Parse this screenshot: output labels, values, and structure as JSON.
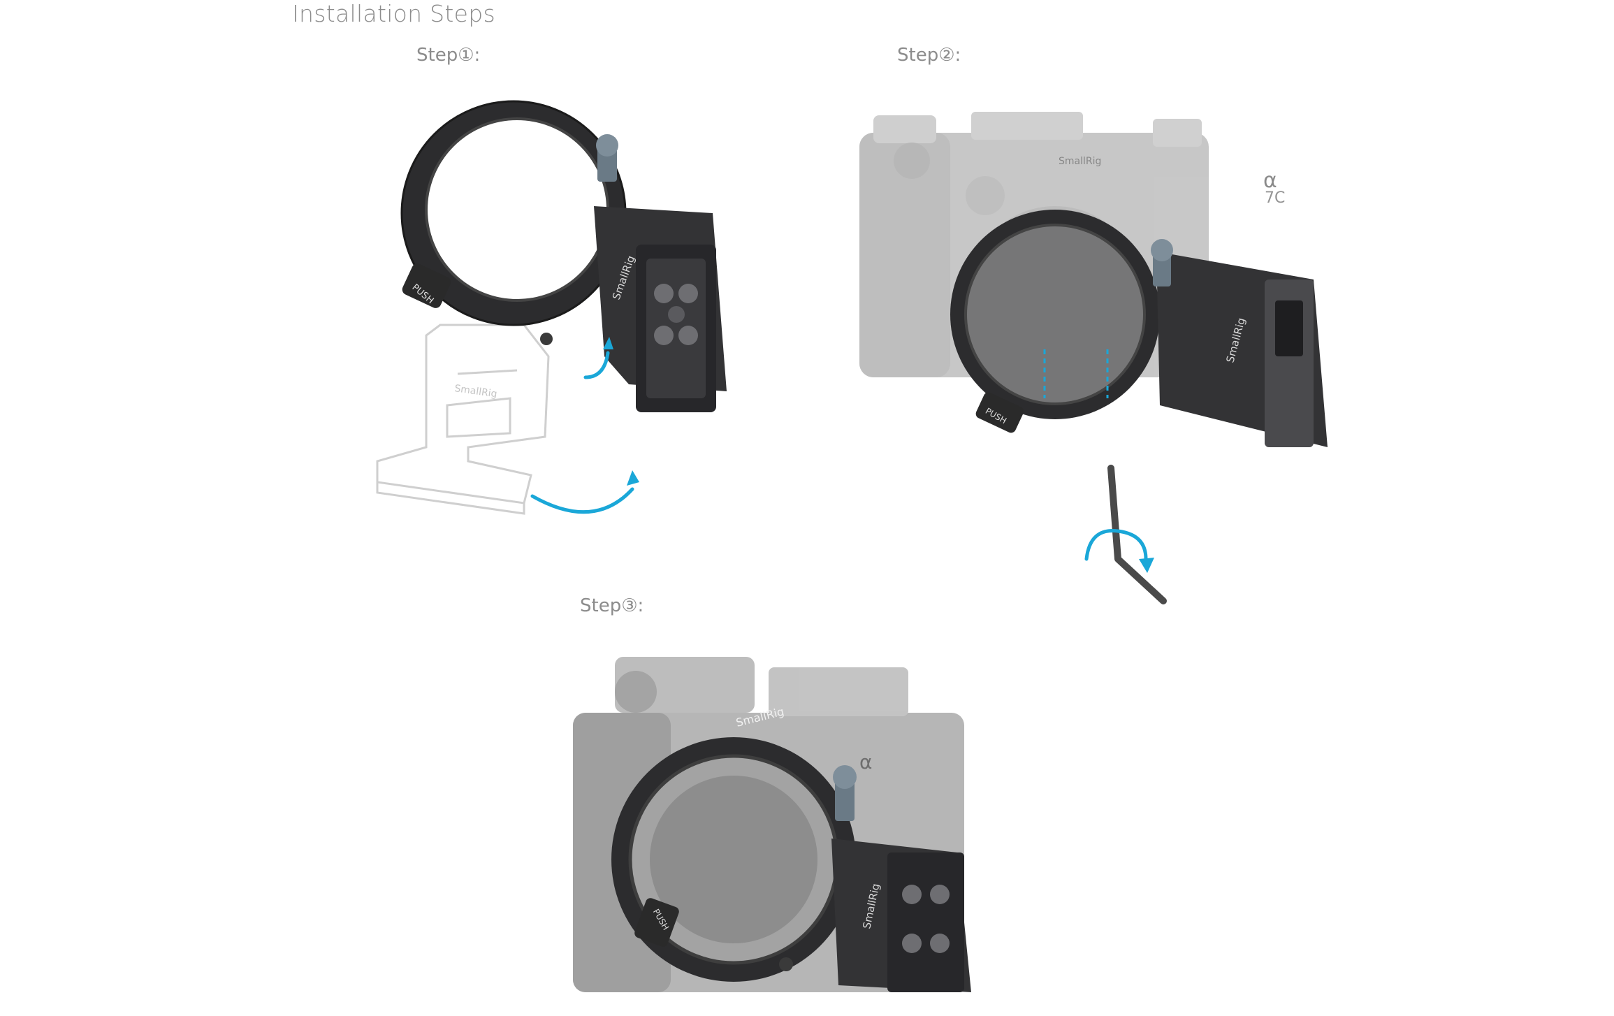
{
  "page": {
    "title": "Installation Steps"
  },
  "steps": [
    {
      "label": "Step①:"
    },
    {
      "label": "Step②:"
    },
    {
      "label": "Step③:"
    }
  ],
  "product_marks": {
    "brand": "SmallRig",
    "push": "PUSH",
    "camera_model": "7C",
    "camera_alpha": "α"
  },
  "colors": {
    "arrow": "#1aa7d8",
    "metal_dark": "#2c2c2e",
    "camera_grey": "#9a9a9a",
    "ghost_outline": "#c8c8c8"
  }
}
